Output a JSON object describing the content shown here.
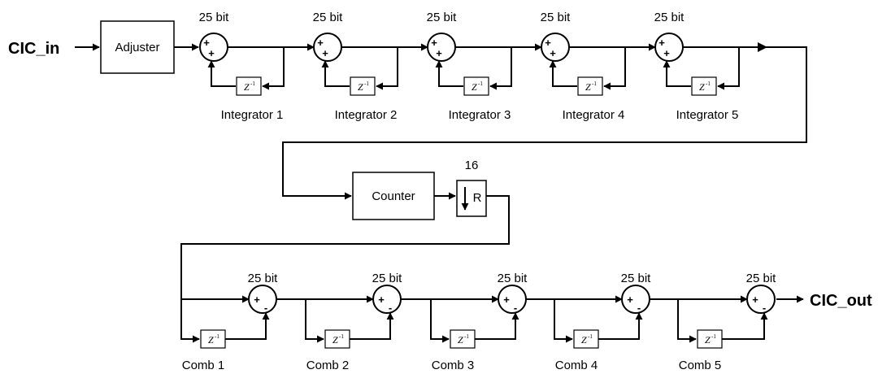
{
  "input_label": "CIC_in",
  "output_label": "CIC_out",
  "adjuster_label": "Adjuster",
  "counter_label": "Counter",
  "downsampler": {
    "factor_label": "16",
    "symbol": "R"
  },
  "delay_symbol": {
    "base": "Z",
    "exponent": "-1"
  },
  "bit_width_label": "25 bit",
  "integrator_signs": {
    "top": "+",
    "bottom": "+"
  },
  "comb_signs": {
    "left": "+",
    "bottom": "-"
  },
  "integrators": [
    {
      "label": "Integrator 1"
    },
    {
      "label": "Integrator 2"
    },
    {
      "label": "Integrator 3"
    },
    {
      "label": "Integrator 4"
    },
    {
      "label": "Integrator 5"
    }
  ],
  "combs": [
    {
      "label": "Comb 1"
    },
    {
      "label": "Comb 2"
    },
    {
      "label": "Comb 3"
    },
    {
      "label": "Comb 4"
    },
    {
      "label": "Comb 5"
    }
  ]
}
